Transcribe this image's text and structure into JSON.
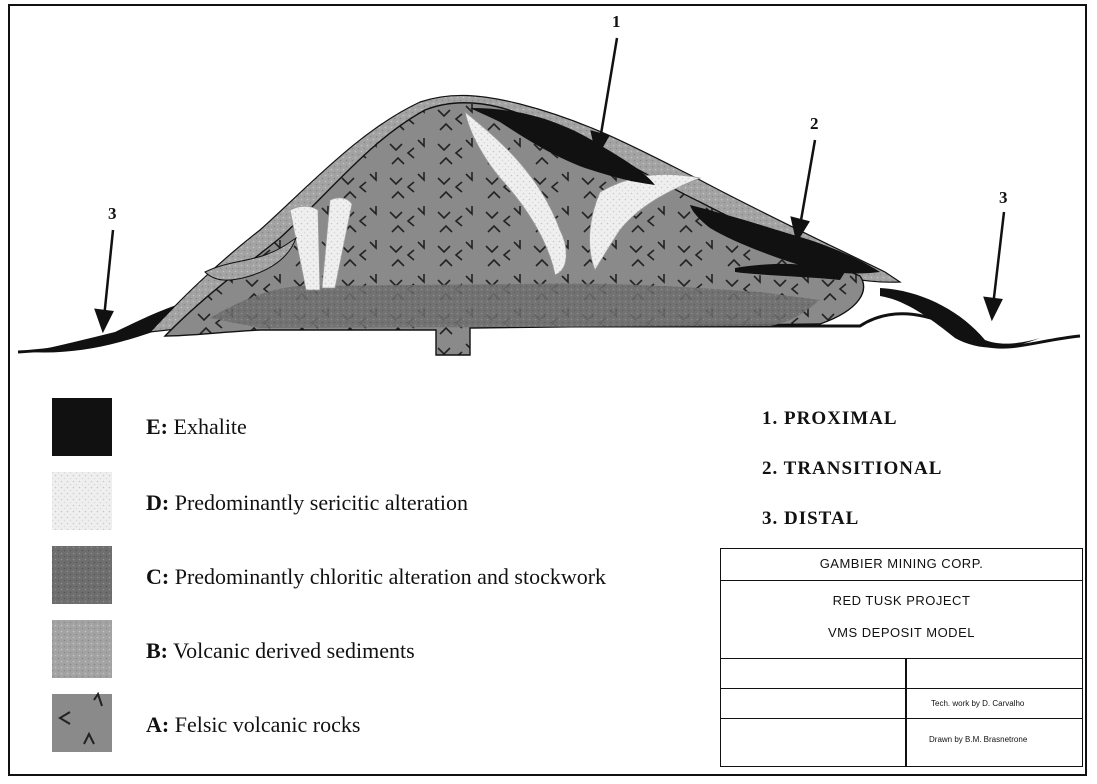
{
  "callouts": {
    "proximal_num": "1",
    "transitional_num": "2",
    "distal_left_num": "3",
    "distal_right_num": "3"
  },
  "legend": [
    {
      "letter": "E:",
      "text": "Exhalite",
      "swatch": "exhalite",
      "color": "#111111"
    },
    {
      "letter": "D:",
      "text": "Predominantly sericitic alteration",
      "swatch": "sericitic",
      "color": "#ececec"
    },
    {
      "letter": "C:",
      "text": "Predominantly chloritic alteration and stockwork",
      "swatch": "chloritic",
      "color": "#6e6e6e"
    },
    {
      "letter": "B:",
      "text": "Volcanic derived sediments",
      "swatch": "sediments",
      "color": "#a3a3a3"
    },
    {
      "letter": "A:",
      "text": "Felsic volcanic rocks",
      "swatch": "felsic",
      "color": "#8a8a8a"
    }
  ],
  "zones": [
    "1. PROXIMAL",
    "2. TRANSITIONAL",
    "3. DISTAL"
  ],
  "title_block": {
    "company": "GAMBIER MINING CORP.",
    "project": "RED TUSK PROJECT",
    "model": "VMS DEPOSIT MODEL",
    "tech_work": "Tech. work by D. Carvalho",
    "drawn_by": "Drawn by B.M. Brasnetrone"
  }
}
